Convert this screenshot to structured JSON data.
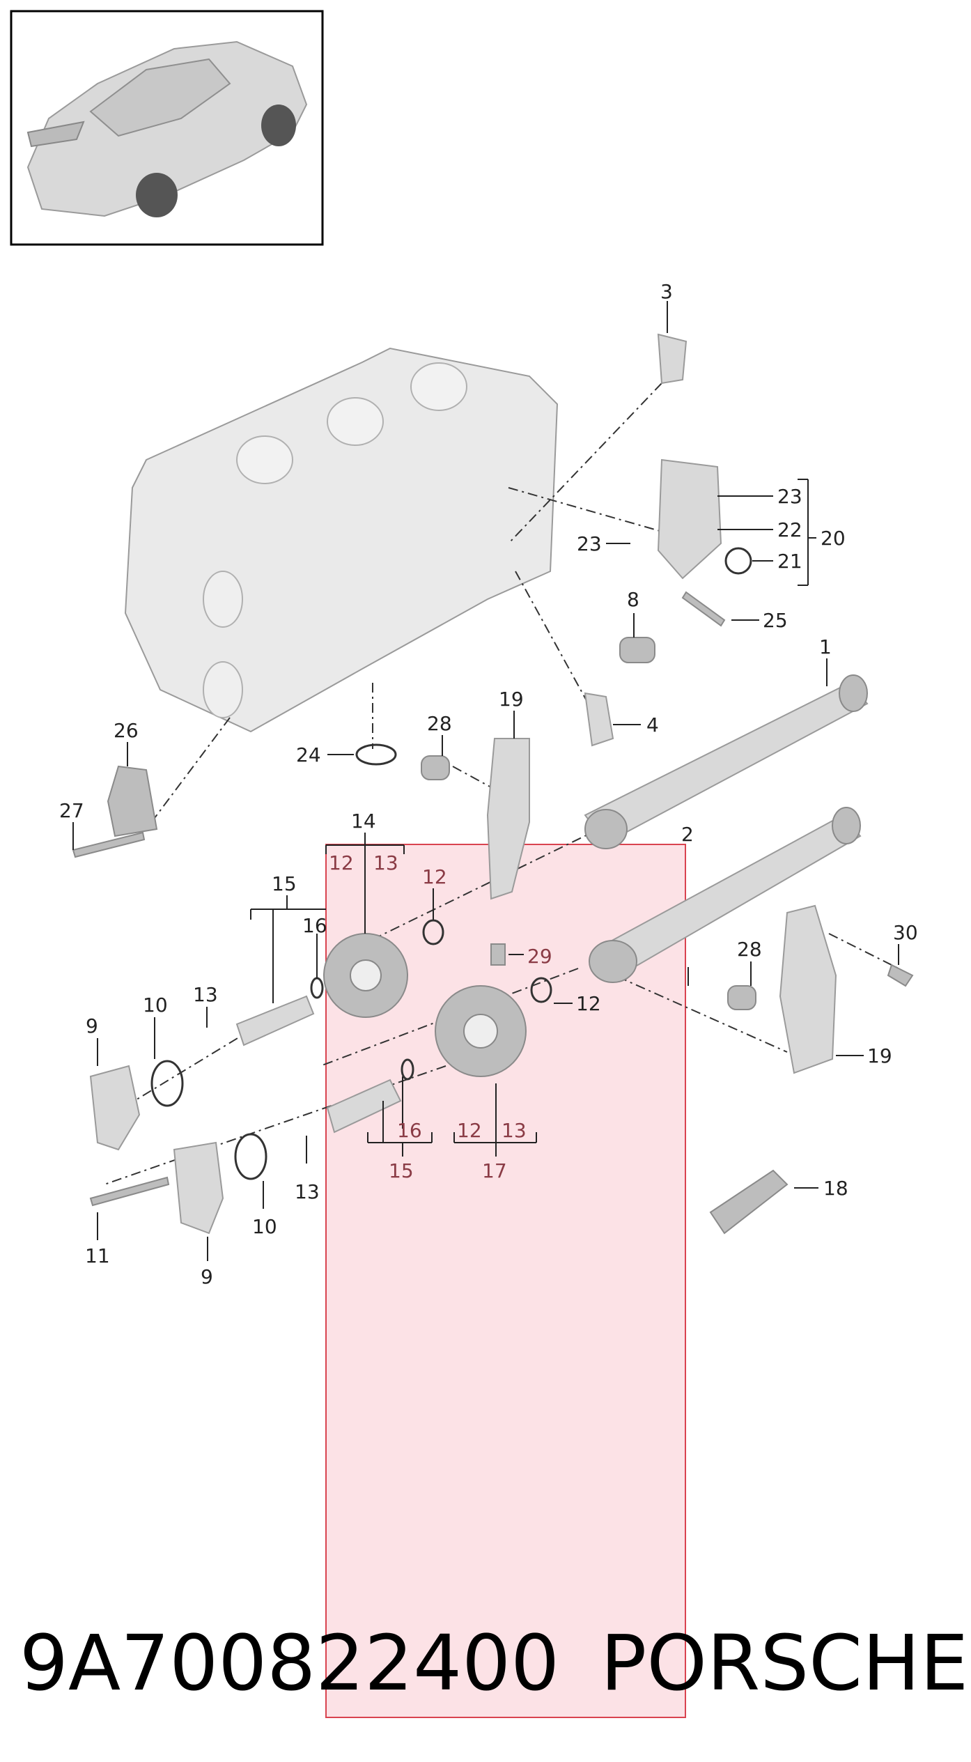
{
  "footer": {
    "part_number": "9A700822400",
    "brand": "PORSCHE"
  },
  "callouts": {
    "c1": "1",
    "c2": "2",
    "c3": "3",
    "c4": "4",
    "c8": "8",
    "c9a": "9",
    "c9b": "9",
    "c10a": "10",
    "c10b": "10",
    "c11": "11",
    "c12a": "12",
    "c12b": "12",
    "c12c": "12",
    "c12d": "12",
    "c13a": "13",
    "c13b": "13",
    "c13c": "13",
    "c13d": "13",
    "c14": "14",
    "c15a": "15",
    "c15b": "15",
    "c16a": "16",
    "c16b": "16",
    "c17": "17",
    "c18": "18",
    "c19a": "19",
    "c19b": "19",
    "c20": "20",
    "c21": "21",
    "c22": "22",
    "c23a": "23",
    "c23b": "23",
    "c24": "24",
    "c25": "25",
    "c26": "26",
    "c27": "27",
    "c28a": "28",
    "c28b": "28",
    "c29": "29",
    "c30": "30"
  },
  "highlight": {
    "color": "#f7c9d2",
    "border": "#d9434f"
  }
}
